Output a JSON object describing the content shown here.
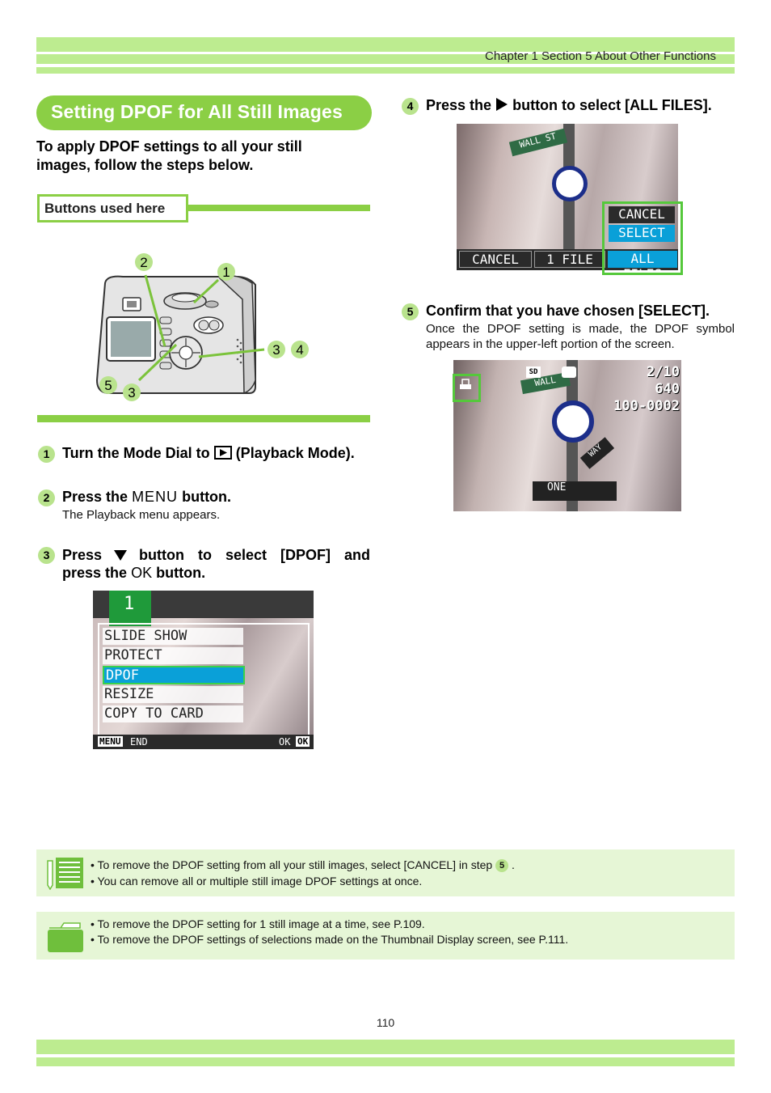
{
  "header": {
    "chapter": "Chapter 1 Section 5 About Other Functions"
  },
  "section": {
    "title": "Setting DPOF for All Still Images",
    "intro_1": "To apply DPOF settings to all your still",
    "intro_2": "images, follow the steps below.",
    "buttons_label": "Buttons used here"
  },
  "camera_callouts": {
    "c1": "1",
    "c2": "2",
    "c3": "3",
    "c4": "4",
    "c5": "5",
    "c6": "3"
  },
  "steps": {
    "s1": {
      "num": "1",
      "pre": "Turn the Mode Dial to",
      "post": "(Playback Mode)."
    },
    "s2": {
      "num": "2",
      "pre": "Press the",
      "menu_word": "MENU",
      "post": "button.",
      "body": "The Playback menu appears."
    },
    "s3": {
      "num": "3",
      "pre": "Press",
      "mid": "button to select [DPOF] and",
      "line2_pre": "press the",
      "ok_word": "OK",
      "line2_post": "button."
    },
    "s4": {
      "num": "4",
      "pre": "Press the",
      "post": "button to select [ALL FILES]."
    },
    "s5": {
      "num": "5",
      "title": "Confirm that you have chosen [SELECT].",
      "body_1": "Once the DPOF setting is made, the DPOF symbol",
      "body_2": "appears in the upper-left portion of the screen."
    }
  },
  "screen_menu": {
    "tab": "1",
    "items": [
      "SLIDE SHOW",
      "PROTECT",
      "DPOF",
      "RESIZE",
      "COPY TO CARD"
    ],
    "selected_index": 2,
    "footer_left_key": "MENU",
    "footer_left": "END",
    "footer_right_label": "OK",
    "footer_right_key": "OK"
  },
  "screen_select": {
    "popup": [
      "CANCEL",
      "SELECT"
    ],
    "bar": [
      "CANCEL",
      "1 FILE",
      "ALL FILES"
    ],
    "sign_wall": "WALL ST"
  },
  "screen_confirm": {
    "sd": "SD",
    "count": "2/10",
    "size": "640",
    "file": "100-0002",
    "sign_wall": "WALL",
    "sign_one": "ONE",
    "sign_way": "WAY"
  },
  "notes": {
    "note1_a": "• To remove the DPOF setting from all your still images, select [CANCEL] in step",
    "note1_step": "5",
    "note1_end": ".",
    "note1_b": "• You can remove all or multiple still image DPOF settings at once.",
    "note2_a": "• To remove the DPOF setting for 1 still image at a time, see P.109.",
    "note2_b": "• To remove the DPOF settings of selections made on the Thumbnail Display screen, see P.111."
  },
  "footer": {
    "page": "110"
  }
}
